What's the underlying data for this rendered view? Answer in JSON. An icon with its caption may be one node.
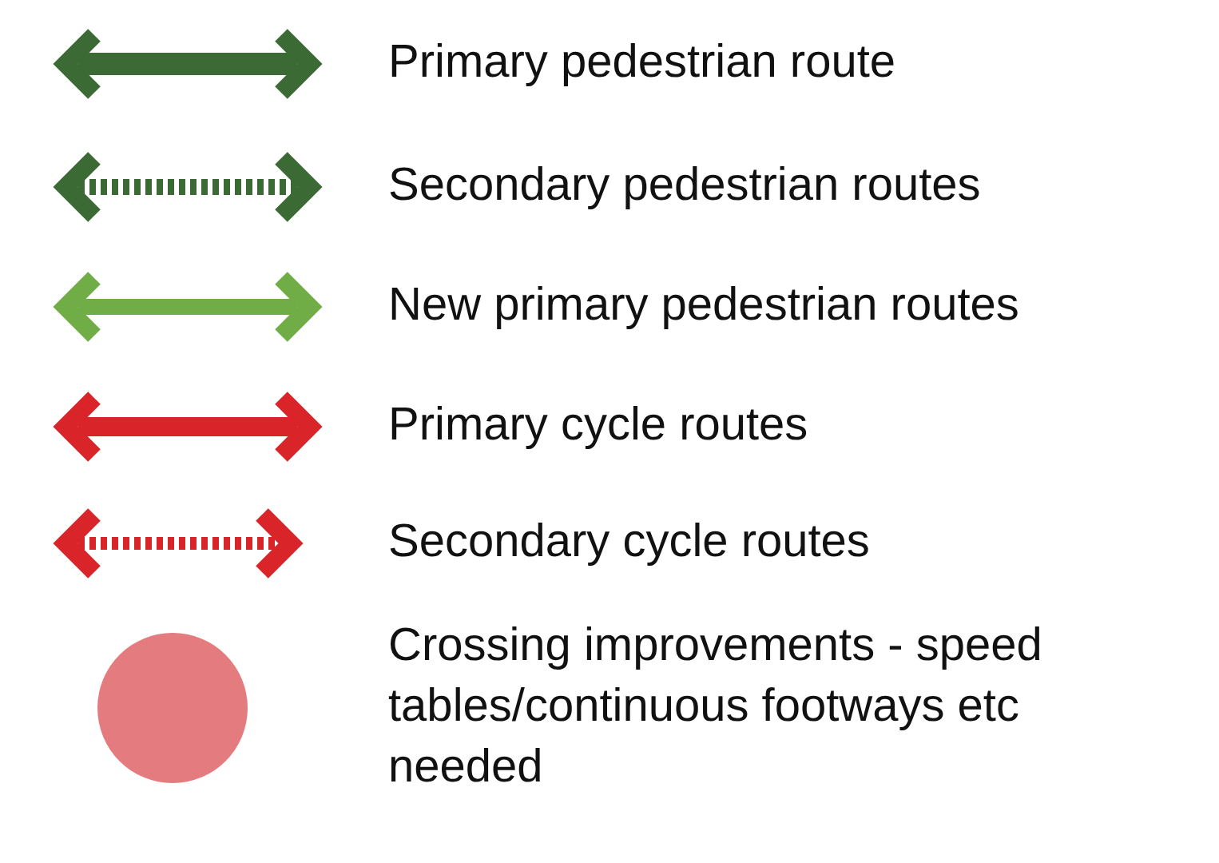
{
  "diagram": {
    "legend": [
      {
        "text": "Primary pedestrian route"
      },
      {
        "text": "Secondary pedestrian routes"
      },
      {
        "text": "New primary pedestrian routes"
      },
      {
        "text": "Primary cycle routes"
      },
      {
        "text": "Secondary cycle routes"
      },
      {
        "text": "Crossing improvements - speed tables/continuous footways etc needed",
        "color": "#e47b7e"
      }
    ]
  }
}
